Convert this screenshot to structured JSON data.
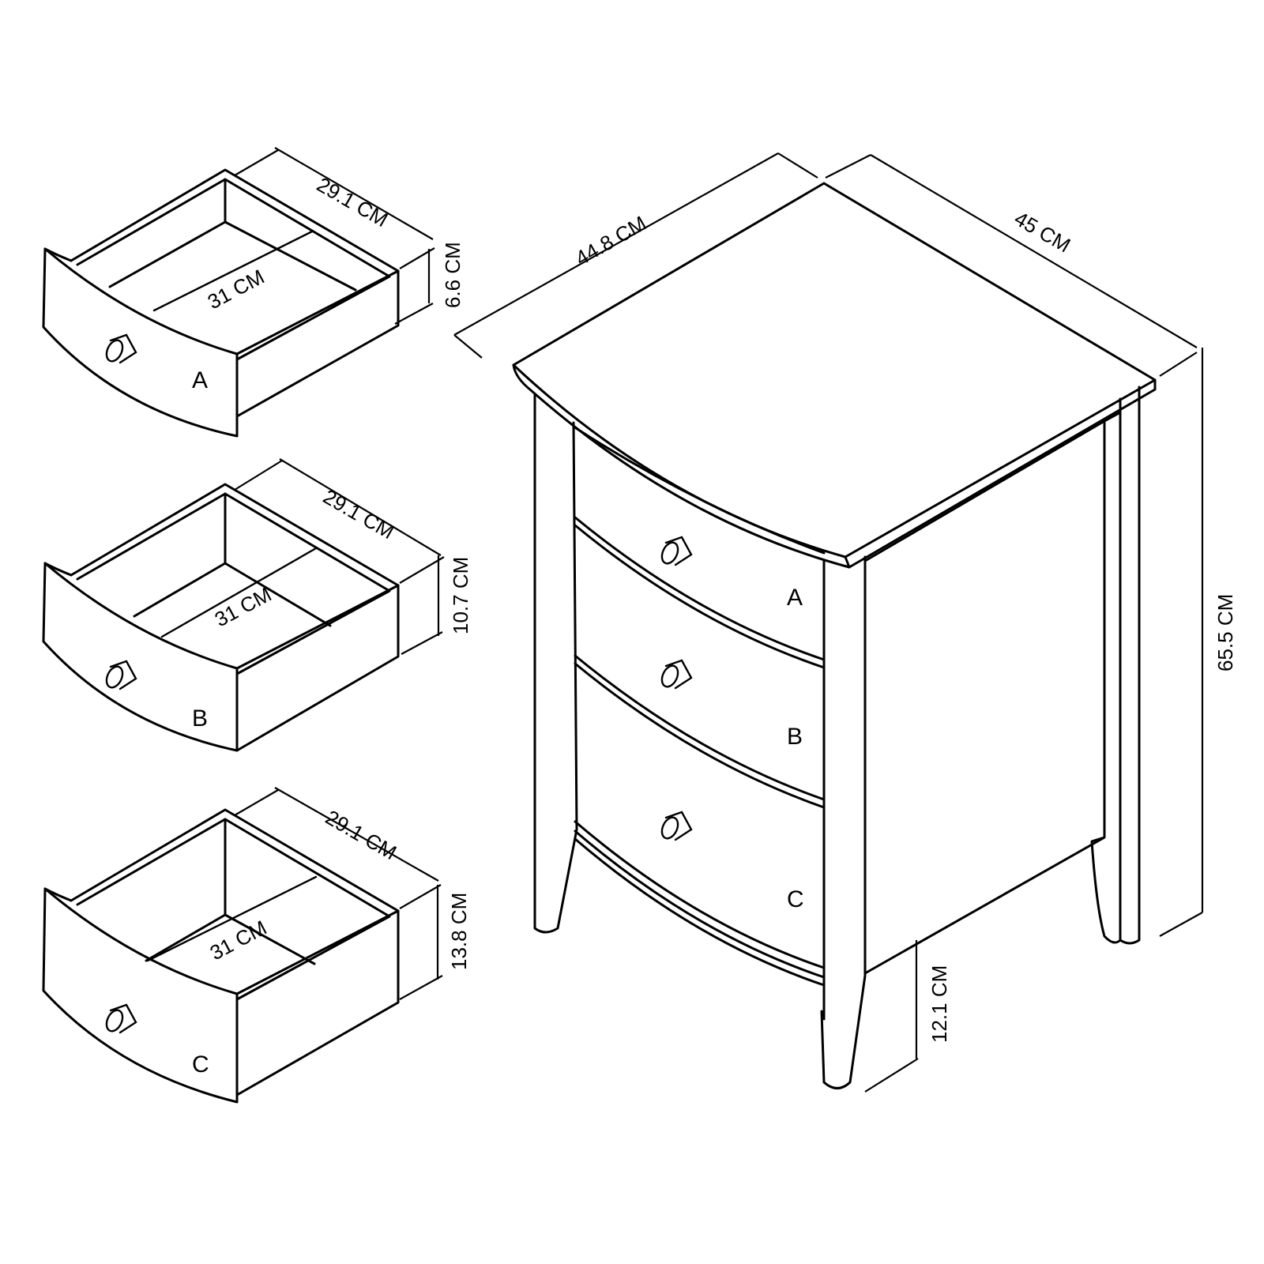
{
  "drawer_A": {
    "width_label": "29.1 CM",
    "depth_label": "31 CM",
    "height_label": "6.6 CM",
    "letter": "A"
  },
  "drawer_B": {
    "width_label": "29.1 CM",
    "depth_label": "31 CM",
    "height_label": "10.7 CM",
    "letter": "B"
  },
  "drawer_C": {
    "width_label": "29.1 CM",
    "depth_label": "31 CM",
    "height_label": "13.8 CM",
    "letter": "C"
  },
  "cabinet": {
    "width_label": "44.8 CM",
    "depth_label": "45 CM",
    "height_label": "65.5 CM",
    "leg_height_label": "12.1 CM",
    "drawer_letters": [
      "A",
      "B",
      "C"
    ]
  }
}
